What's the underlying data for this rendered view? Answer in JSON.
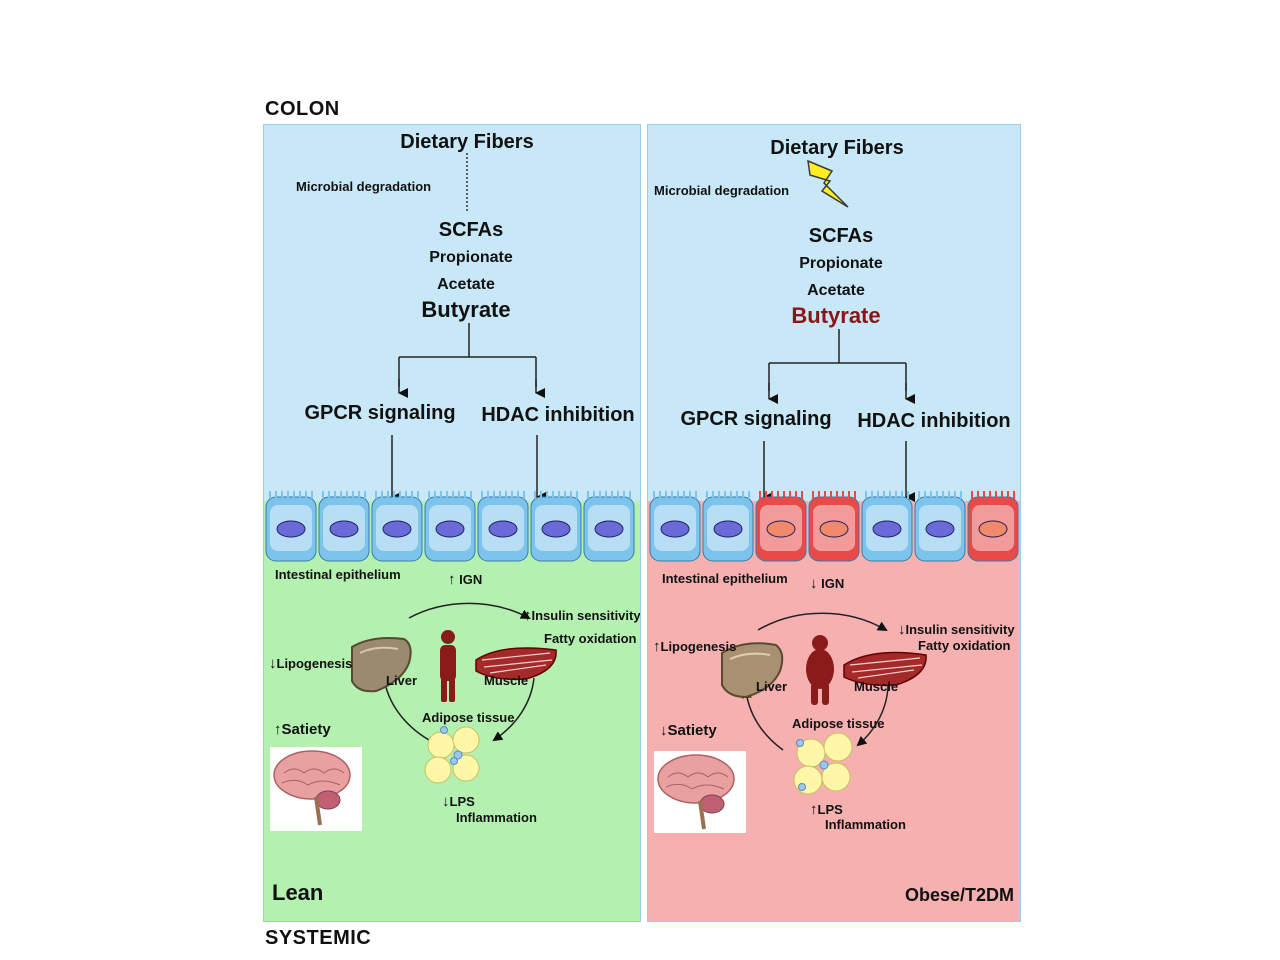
{
  "region_top": "COLON",
  "region_bottom": "SYSTEMIC",
  "colors": {
    "colon_bg": "#c8e8f8",
    "lean_bg": "#b4f0b0",
    "obese_bg": "#f6b0b0",
    "healthy_cell": "#7cc4ec",
    "inflamed_cell": "#e84a4a",
    "butyrate_reduced": "#8b1414"
  },
  "panels": [
    {
      "condition": "Lean",
      "fibers": "Dietary Fibers",
      "degradation": "Microbial degradation",
      "scfas": "SCFAs",
      "propionate": "Propionate",
      "acetate": "Acetate",
      "butyrate": "Butyrate",
      "gpcr": "GPCR signaling",
      "hdac": "HDAC inhibition",
      "epithelium": "Intestinal epithelium",
      "ign": "IGN",
      "insulin": "Insulin sensitivity",
      "fatty": "Fatty oxidation",
      "lipogenesis": "Lipogenesis",
      "liver": "Liver",
      "muscle": "Muscle",
      "adipose": "Adipose tissue",
      "satiety": "Satiety",
      "lps": "LPS",
      "inflammation": "Inflammation",
      "arrows": {
        "ign": "up",
        "insulin": "up",
        "lipogenesis": "down",
        "satiety": "up",
        "lps": "down"
      },
      "cell_pattern": [
        "healthy",
        "healthy",
        "healthy",
        "healthy",
        "healthy",
        "healthy",
        "healthy"
      ]
    },
    {
      "condition": "Obese/T2DM",
      "fibers": "Dietary Fibers",
      "degradation": "Microbial degradation",
      "scfas": "SCFAs",
      "propionate": "Propionate",
      "acetate": "Acetate",
      "butyrate": "Butyrate",
      "gpcr": "GPCR signaling",
      "hdac": "HDAC inhibition",
      "epithelium": "Intestinal epithelium",
      "ign": "IGN",
      "insulin": "Insulin sensitivity",
      "fatty": "Fatty oxidation",
      "lipogenesis": "Lipogenesis",
      "liver": "Liver",
      "muscle": "Muscle",
      "adipose": "Adipose tissue",
      "satiety": "Satiety",
      "lps": "LPS",
      "inflammation": "Inflammation",
      "arrows": {
        "ign": "down",
        "insulin": "down",
        "lipogenesis": "up",
        "satiety": "down",
        "lps": "up"
      },
      "cell_pattern": [
        "healthy",
        "healthy",
        "inflamed",
        "inflamed",
        "healthy",
        "healthy",
        "inflamed"
      ]
    }
  ]
}
